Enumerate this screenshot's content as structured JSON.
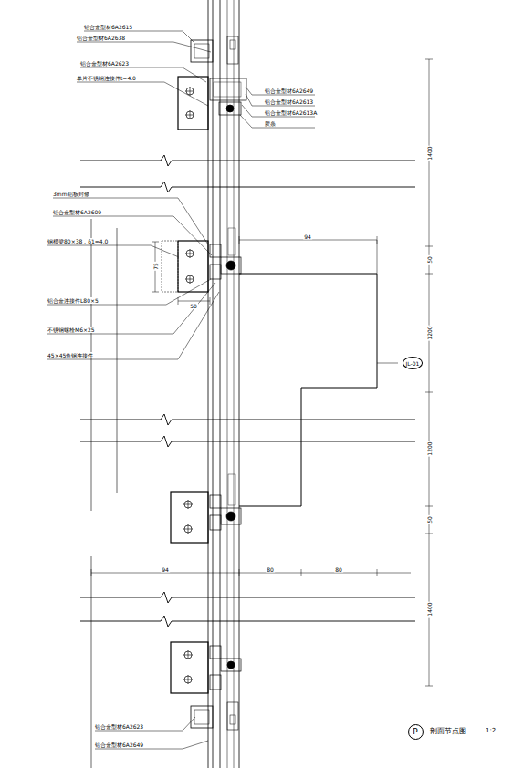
{
  "diagram": {
    "nodes": [
      {
        "text": [
          "JL-01"
        ]
      },
      {
        "text": [
          "P"
        ]
      }
    ],
    "labels": [
      "铝合金型材6A2615",
      "铝合金型材6A2638",
      "铝合金型材6A2623",
      "单片不锈钢连接件t=4.0",
      "铝合金型材6A2649",
      "铝合金型材6A2613",
      "铝合金型材6A2613A",
      "胶条",
      "3mm铝板封修",
      "铝合金型材6A2609",
      "钢横梁80×38，δ1=4.0",
      "铝合金连接件L80×5",
      "不锈钢螺栓M6×25",
      "45×45角钢连接件",
      "94",
      "94",
      "80",
      "80",
      "1400",
      "50",
      "1200",
      "1200",
      "50",
      "1400",
      "75",
      "50",
      "铝合金型材6A2623",
      "铝合金型材6A2649",
      "剖面节点图",
      "1:2"
    ]
  }
}
